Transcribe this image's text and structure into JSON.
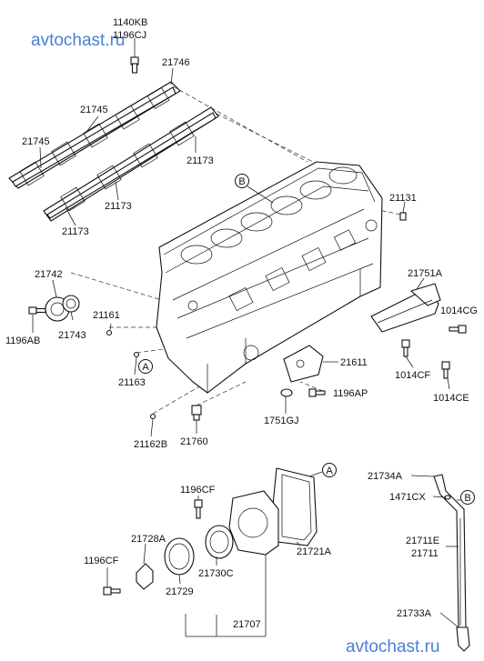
{
  "watermark": {
    "text": "avtochast.ru",
    "color": "#4a7fd6"
  },
  "callouts": {
    "a_top": "A",
    "a_bottom": "A",
    "b_top": "B",
    "b_right": "B"
  },
  "labels": {
    "p1140KB": "1140KB",
    "p1196CJ": "1196CJ",
    "p21746": "21746",
    "p21745a": "21745",
    "p21745b": "21745",
    "p21173a": "21173",
    "p21173b": "21173",
    "p21173c": "21173",
    "p21131": "21131",
    "p21742": "21742",
    "p21743": "21743",
    "p1196AB": "1196AB",
    "p21161": "21161",
    "p21163": "21163",
    "p21751A": "21751A",
    "p1014CG": "1014CG",
    "p1014CF": "1014CF",
    "p1014CE": "1014CE",
    "p21611": "21611",
    "p1196AP": "1196AP",
    "p1751GJ": "1751GJ",
    "p21162B": "21162B",
    "p21760": "21760",
    "p1196CFa": "1196CF",
    "p1196CFb": "1196CF",
    "p21728A": "21728A",
    "p21729": "21729",
    "p21730C": "21730C",
    "p21721A": "21721A",
    "p21707": "21707",
    "p21734A": "21734A",
    "p1471CX": "1471CX",
    "p21711E": "21711E",
    "p21711": "21711",
    "p21733A": "21733A"
  }
}
